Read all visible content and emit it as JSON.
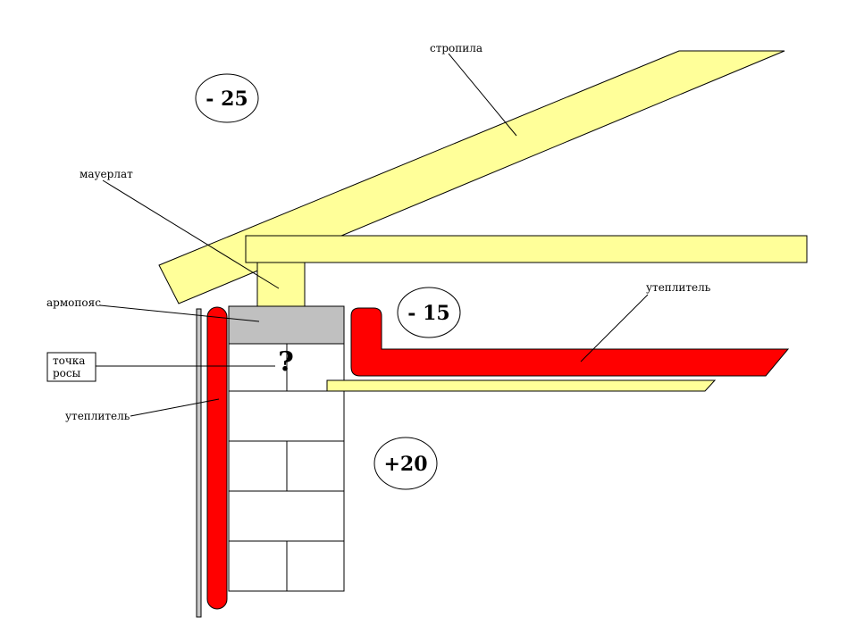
{
  "labels": {
    "rafter": "стропила",
    "mauerlat": "мауерлат",
    "armopoyas": "армопояс",
    "dew_point_line1": "точка",
    "dew_point_line2": "росы",
    "insulation_wall": "утеплитель",
    "insulation_ceiling": "утеплитель",
    "question_mark": "?"
  },
  "temperatures": {
    "outside": "- 25",
    "attic": "- 15",
    "inside": "+20"
  },
  "colors": {
    "timber": "#FFFF99",
    "insulation": "#FF0000",
    "concrete_belt": "#C0C0C0",
    "brick": "#FFFFFF",
    "outline": "#000000",
    "facade": "#C8C8C8"
  }
}
